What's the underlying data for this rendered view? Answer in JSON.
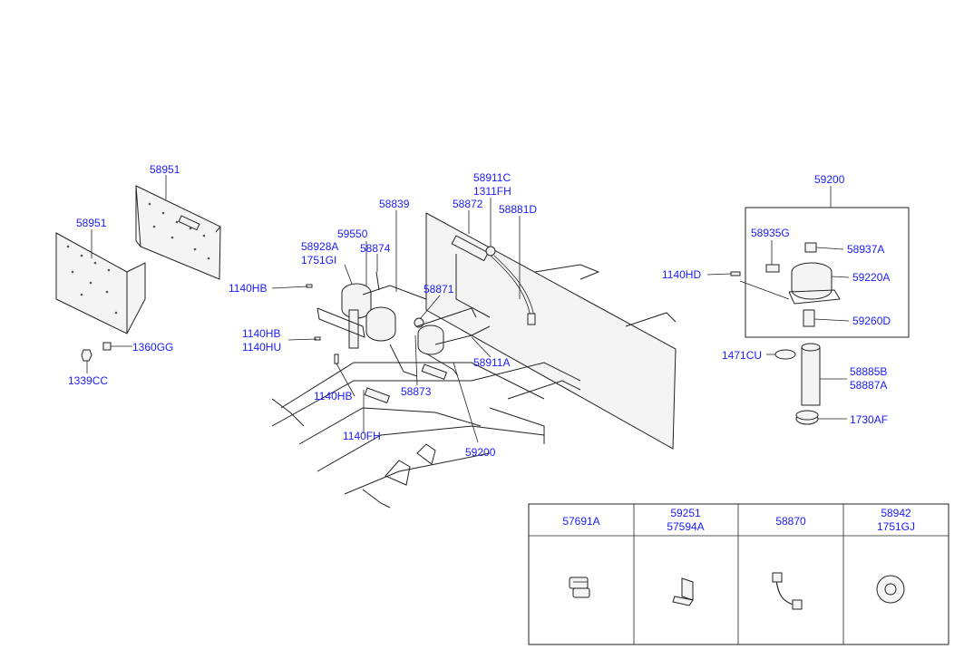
{
  "labels": {
    "p58951a": "58951",
    "p58951b": "58951",
    "p1360gg": "1360GG",
    "p1339cc": "1339CC",
    "p1140hb_1": "1140HB",
    "p1140hb_2": "1140HB",
    "p1140hu": "1140HU",
    "p1140hb_3": "1140HB",
    "p1140fh": "1140FH",
    "p58928a": "58928A",
    "p1751gi": "1751GI",
    "p59550": "59550",
    "p58874": "58874",
    "p58839": "58839",
    "p58871": "58871",
    "p58873": "58873",
    "p58911c": "58911C",
    "p1311fh": "1311FH",
    "p58872": "58872",
    "p58881d": "58881D",
    "p58911a": "58911A",
    "p59200_bottom": "59200",
    "p59200_top": "59200",
    "p1140hd": "1140HD",
    "p58935g": "58935G",
    "p58937a": "58937A",
    "p59220a": "59220A",
    "p59260d": "59260D",
    "p1471cu": "1471CU",
    "p58885b": "58885B",
    "p58887a": "58887A",
    "p1730af": "1730AF"
  },
  "table": {
    "headers": [
      [
        "57691A"
      ],
      [
        "59251",
        "57594A"
      ],
      [
        "58870"
      ],
      [
        "58942",
        "1751GJ"
      ]
    ]
  },
  "colors": {
    "label": "#1a1aff",
    "line": "#222222"
  }
}
